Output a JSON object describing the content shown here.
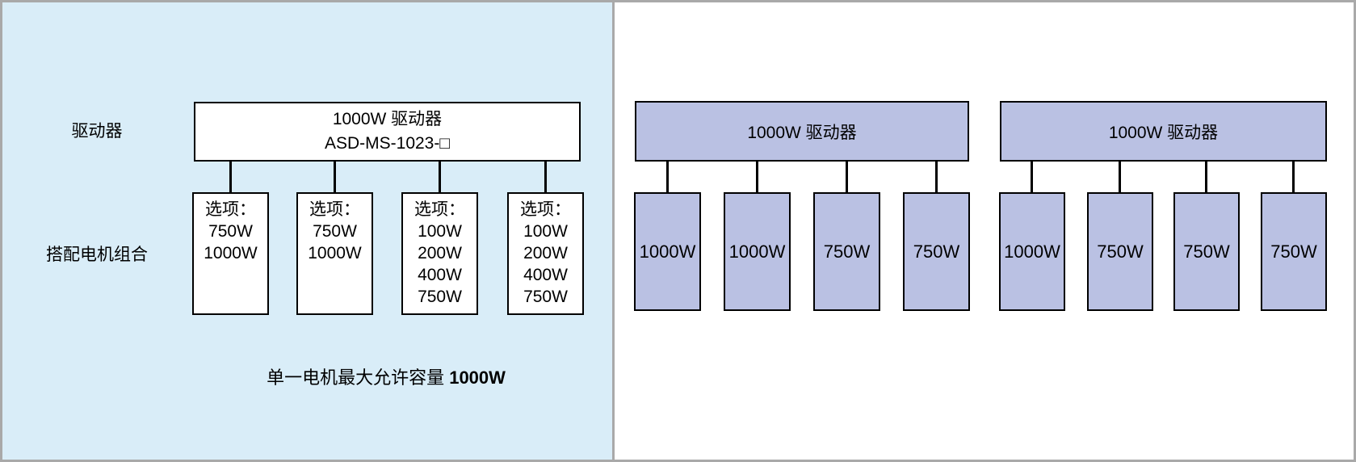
{
  "colors": {
    "left_panel_bg": "#d9edf8",
    "right_panel_bg": "#ffffff",
    "purple_box_fill": "#bac1e3",
    "box_border": "#000000",
    "frame_border": "#a9a9a9"
  },
  "left_panel": {
    "driver_row_label": "驱动器",
    "motor_row_label": "搭配电机组合",
    "driver_box": {
      "line1": "1000W 驱动器",
      "line2": "ASD-MS-1023-□"
    },
    "option_boxes": [
      {
        "title": "选项：",
        "values": [
          "750W",
          "1000W"
        ]
      },
      {
        "title": "选项：",
        "values": [
          "750W",
          "1000W"
        ]
      },
      {
        "title": "选项：",
        "values": [
          "100W",
          "200W",
          "400W",
          "750W"
        ]
      },
      {
        "title": "选项：",
        "values": [
          "100W",
          "200W",
          "400W",
          "750W"
        ]
      }
    ],
    "caption_text": "单一电机最大允许容量 ",
    "caption_bold": "1000W"
  },
  "right_panel": {
    "groups": [
      {
        "driver_label": "1000W 驱动器",
        "motors": [
          "1000W",
          "1000W",
          "750W",
          "750W"
        ]
      },
      {
        "driver_label": "1000W 驱动器",
        "motors": [
          "1000W",
          "750W",
          "750W",
          "750W"
        ]
      }
    ]
  }
}
